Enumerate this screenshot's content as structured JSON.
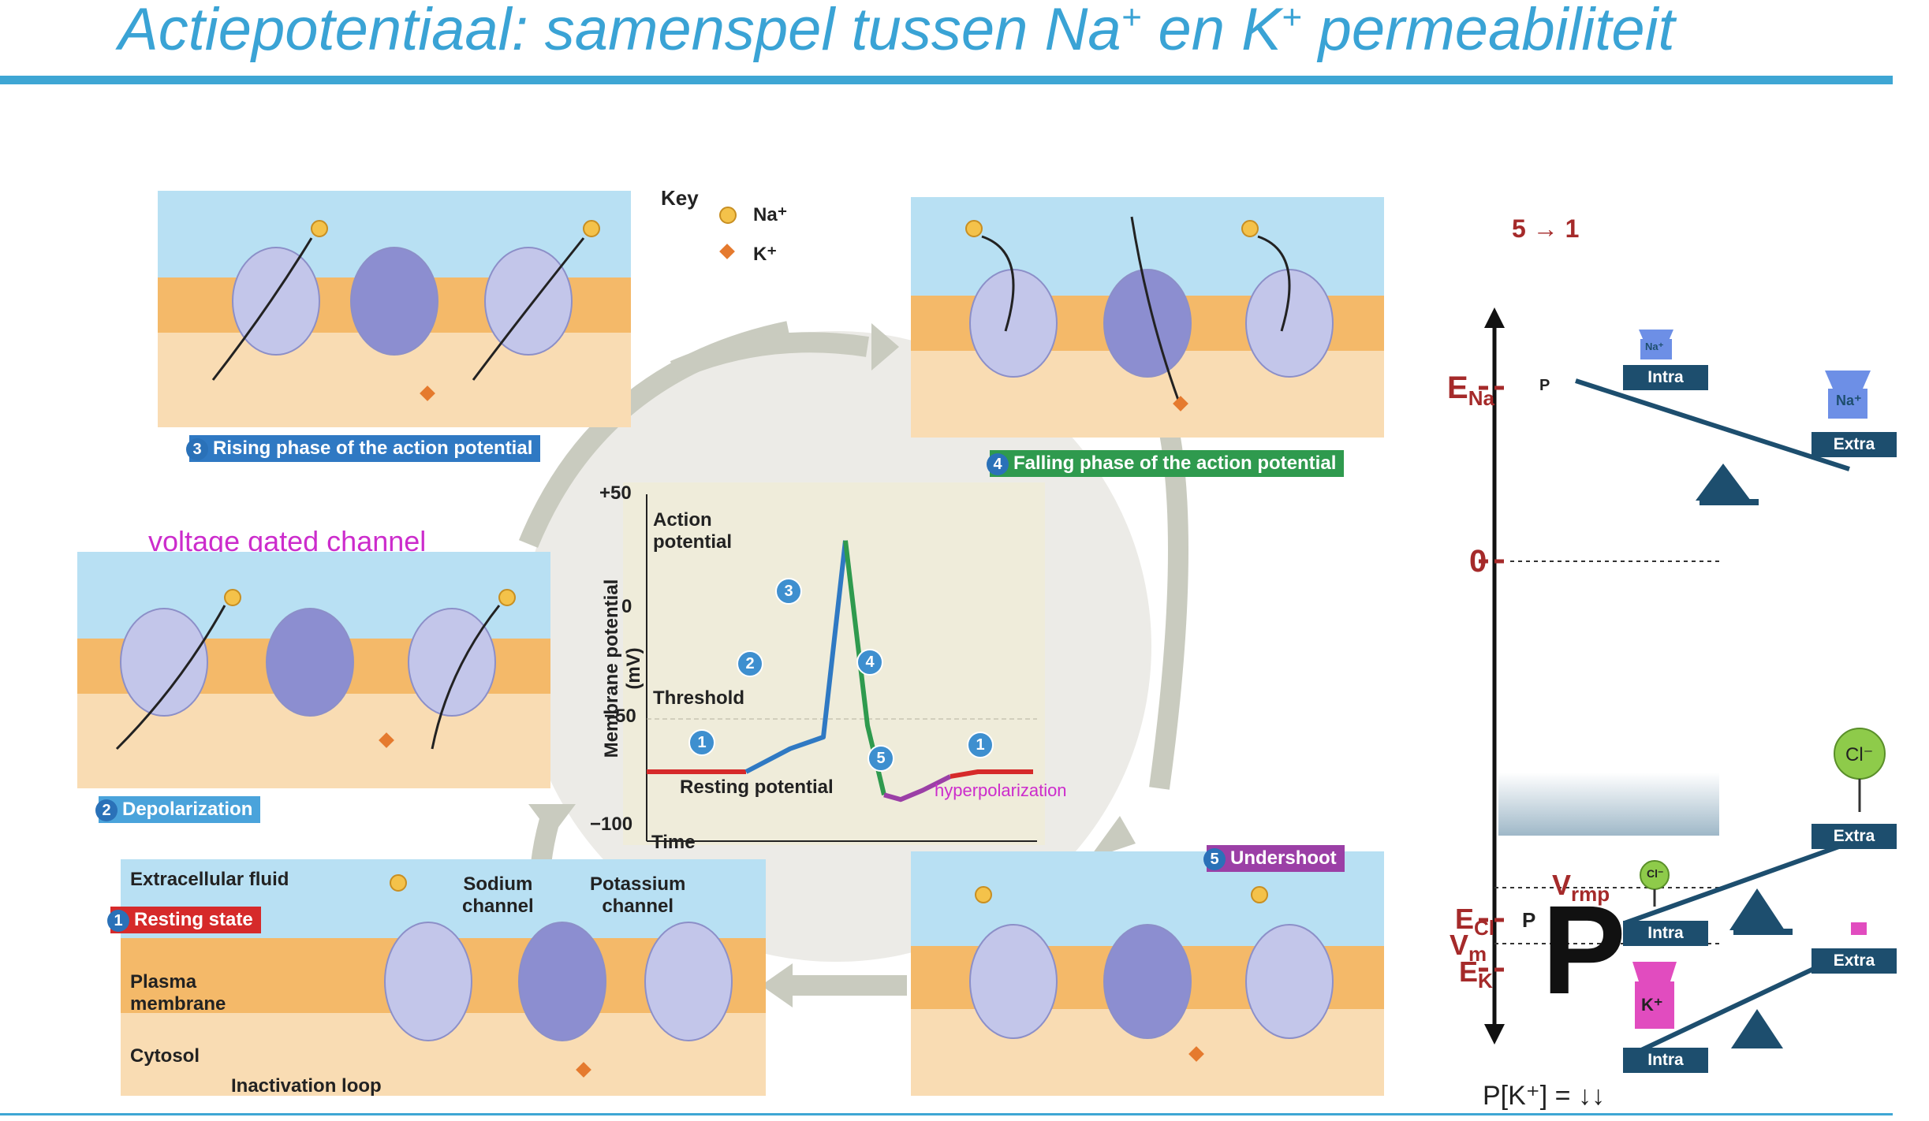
{
  "slide": {
    "title_main": "Actiepotentiaal: samenspel tussen Na",
    "title_sup1": "+",
    "title_mid": " en K",
    "title_sup2": "+",
    "title_end": " permeabiliteit"
  },
  "key": {
    "title": "Key",
    "na_label": "Na⁺",
    "k_label": "K⁺"
  },
  "panels": {
    "p1": {
      "num": "1",
      "label": "Resting state",
      "extracellular": "Extracellular fluid",
      "plasma": "Plasma\nmembrane",
      "cytosol": "Cytosol",
      "inactivation": "Inactivation loop",
      "sodium": "Sodium\nchannel",
      "potassium": "Potassium\nchannel"
    },
    "p2": {
      "num": "2",
      "label": "Depolarization",
      "annotation": "voltage gated channel"
    },
    "p3": {
      "num": "3",
      "label": "Rising phase of the action potential"
    },
    "p4": {
      "num": "4",
      "label": "Falling phase of the action potential"
    },
    "p5": {
      "num": "5",
      "label": "Undershoot"
    }
  },
  "graph": {
    "ylabel": "Membrane potential\n(mV)",
    "xlabel": "Time",
    "yticks": [
      "+50",
      "0",
      "−50",
      "−100"
    ],
    "ann_ap": "Action\npotential",
    "ann_threshold": "Threshold",
    "ann_resting": "Resting potential",
    "ann_hyper": "hyperpolarization",
    "markers": [
      "1",
      "2",
      "3",
      "4",
      "5",
      "1"
    ]
  },
  "chart_data": {
    "type": "line",
    "x": [
      0,
      1,
      1.8,
      2.6,
      3.2,
      3.6,
      4.0,
      4.3,
      4.6,
      5.0,
      5.5,
      6.0,
      7.0
    ],
    "values": [
      -70,
      -70,
      -70,
      -60,
      -55,
      30,
      -50,
      -80,
      -82,
      -78,
      -72,
      -70,
      -70
    ],
    "ylim": [
      -100,
      50
    ]
  },
  "balance": {
    "step": "5 → 1",
    "e_na": "E",
    "e_na_sub": "Na",
    "zero": "0",
    "v_rmp": "V",
    "v_rmp_sub": "rmp",
    "e_cl": "E",
    "e_cl_sub": "Cl",
    "v_m": "V",
    "v_m_sub": "m",
    "e_k": "E",
    "e_k_sub": "K",
    "p_small": "P",
    "p_small2": "P",
    "p_big": "P",
    "intra": "Intra",
    "extra": "Extra",
    "na_tag": "Na⁺",
    "cl_tag": "Cl⁻",
    "k_tag": "K⁺",
    "formula": "P[K⁺] = ↓↓"
  },
  "colors": {
    "title": "#3aa3d5",
    "accent_red": "#a52a2a",
    "box": "#1d4e6e",
    "rest_line": "#d62a2a",
    "rise_line": "#2f79c3",
    "fall_line": "#2f9a4e",
    "under_line": "#9b3fa6"
  }
}
